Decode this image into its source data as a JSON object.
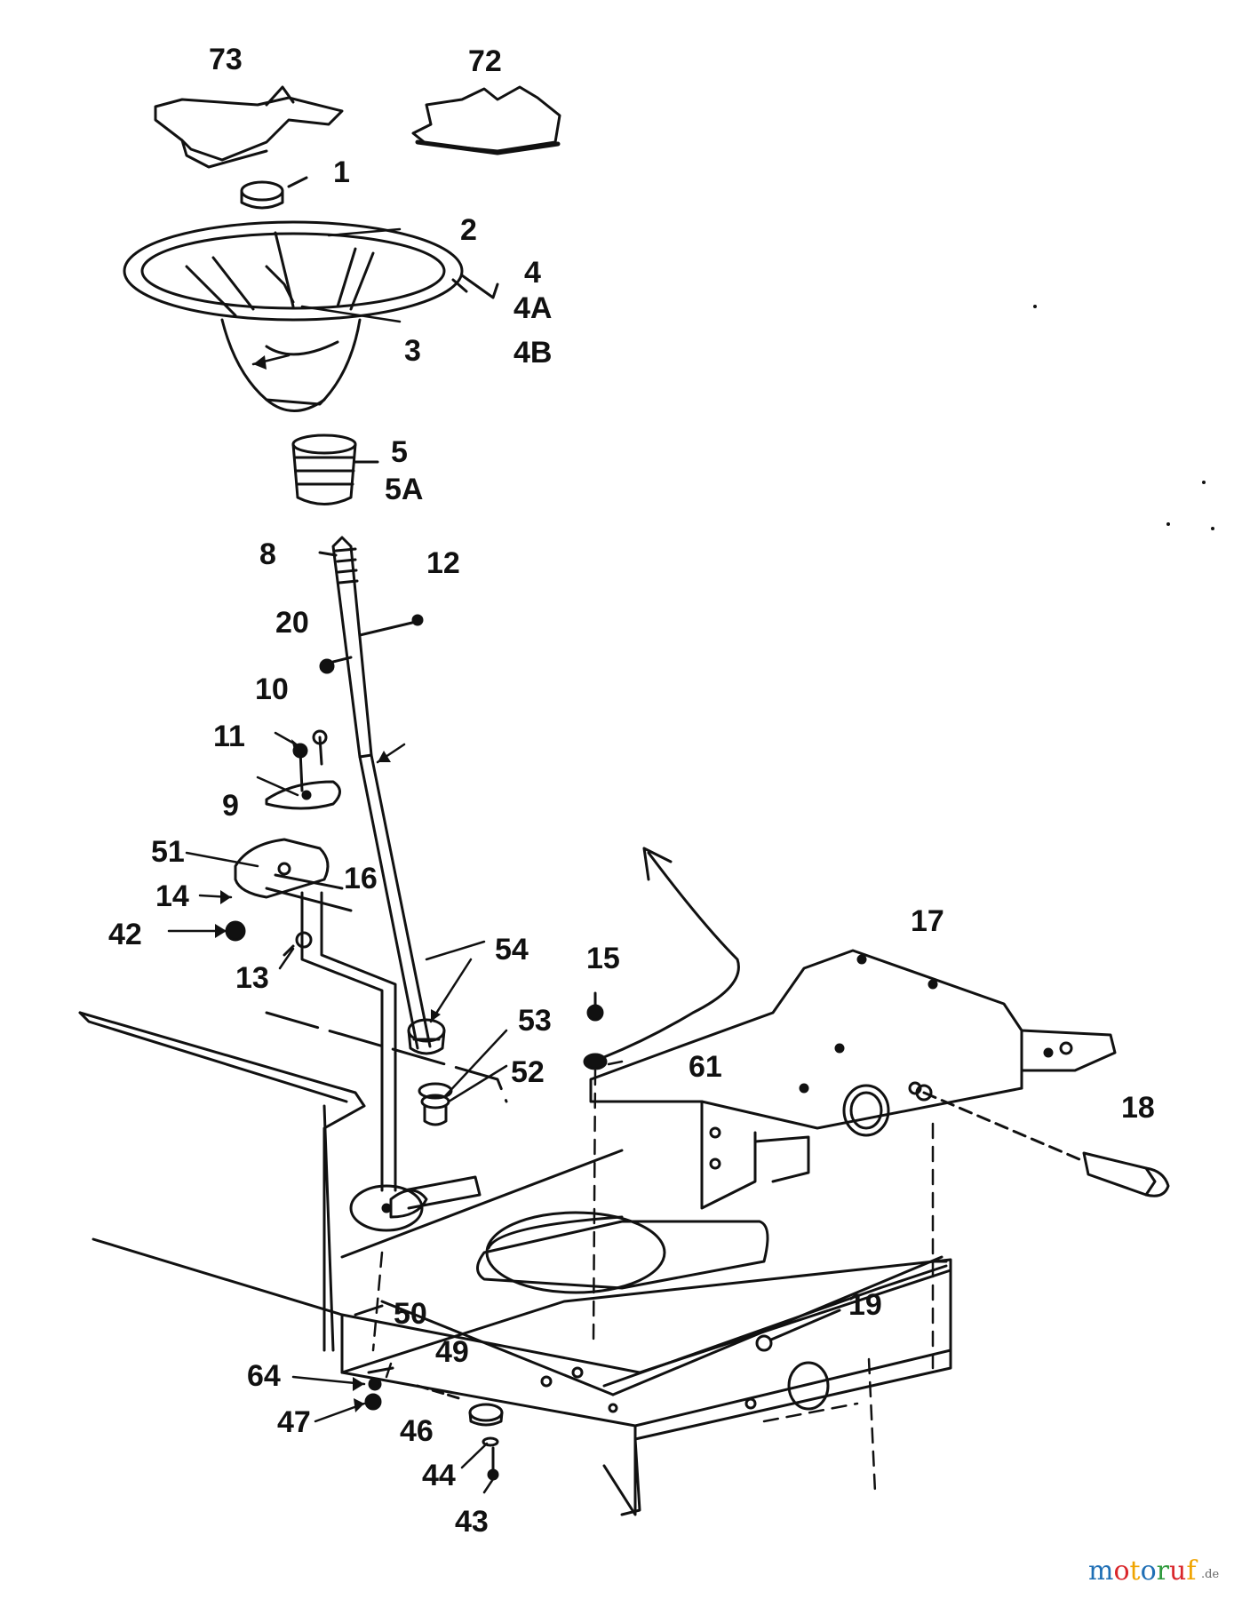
{
  "labels": [
    {
      "id": "l73",
      "text": "73"
    },
    {
      "id": "l72",
      "text": "72"
    },
    {
      "id": "l1",
      "text": "1"
    },
    {
      "id": "l2",
      "text": "2"
    },
    {
      "id": "l4",
      "text": "4"
    },
    {
      "id": "l4A",
      "text": "4A"
    },
    {
      "id": "l4B",
      "text": "4B"
    },
    {
      "id": "l3",
      "text": "3"
    },
    {
      "id": "l5",
      "text": "5"
    },
    {
      "id": "l5A",
      "text": "5A"
    },
    {
      "id": "l8",
      "text": "8"
    },
    {
      "id": "l12",
      "text": "12"
    },
    {
      "id": "l20",
      "text": "20"
    },
    {
      "id": "l10",
      "text": "10"
    },
    {
      "id": "l11",
      "text": "11"
    },
    {
      "id": "l9",
      "text": "9"
    },
    {
      "id": "l51",
      "text": "51"
    },
    {
      "id": "l16",
      "text": "16"
    },
    {
      "id": "l14",
      "text": "14"
    },
    {
      "id": "l42",
      "text": "42"
    },
    {
      "id": "l13",
      "text": "13"
    },
    {
      "id": "l54",
      "text": "54"
    },
    {
      "id": "l15",
      "text": "15"
    },
    {
      "id": "l53",
      "text": "53"
    },
    {
      "id": "l52",
      "text": "52"
    },
    {
      "id": "l61",
      "text": "61"
    },
    {
      "id": "l17",
      "text": "17"
    },
    {
      "id": "l18",
      "text": "18"
    },
    {
      "id": "l19",
      "text": "19"
    },
    {
      "id": "l50",
      "text": "50"
    },
    {
      "id": "l49",
      "text": "49"
    },
    {
      "id": "l64",
      "text": "64"
    },
    {
      "id": "l47",
      "text": "47"
    },
    {
      "id": "l46",
      "text": "46"
    },
    {
      "id": "l44",
      "text": "44"
    },
    {
      "id": "l43",
      "text": "43"
    }
  ],
  "watermark": {
    "text": "motoruf",
    "suffix": ".de",
    "colors": [
      "#1f6fb5",
      "#d9262b",
      "#f0a400",
      "#1f6fb5",
      "#2e9a3c",
      "#d9262b",
      "#f0a400"
    ]
  }
}
